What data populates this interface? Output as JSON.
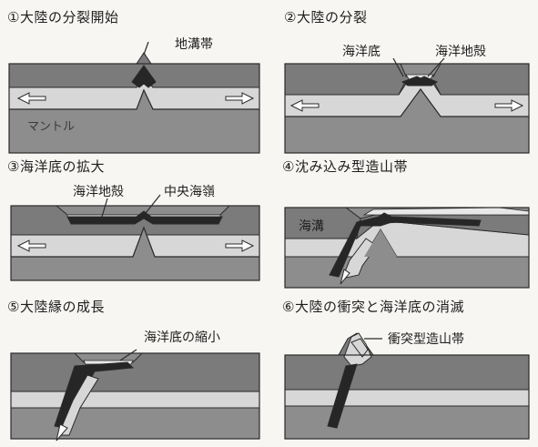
{
  "panels": [
    {
      "title": "①大陸の分裂開始",
      "labels": {
        "rift_valley": "地溝帯",
        "mantle": "マントル"
      }
    },
    {
      "title": "②大陸の分裂",
      "labels": {
        "ocean_floor": "海洋底",
        "oceanic_crust": "海洋地殻"
      }
    },
    {
      "title": "③海洋底の拡大",
      "labels": {
        "oceanic_crust": "海洋地殻",
        "mid_ocean_ridge": "中央海嶺"
      }
    },
    {
      "title": "④沈み込み型造山帯",
      "labels": {
        "trench": "海溝"
      }
    },
    {
      "title": "⑤大陸縁の成長",
      "labels": {
        "ocean_floor_shrink": "海洋底の縮小"
      }
    },
    {
      "title": "⑥大陸の衝突と海洋底の消滅",
      "labels": {
        "collision_orogeny": "衝突型造山帯"
      }
    }
  ],
  "colors": {
    "continent": "#7b7b7b",
    "mantle_upper": "#d7d7d7",
    "mantle_deep": "#8d8d8d",
    "crust": "#262626",
    "sea": "#e8e8e8",
    "outline": "#2a2a2a"
  }
}
